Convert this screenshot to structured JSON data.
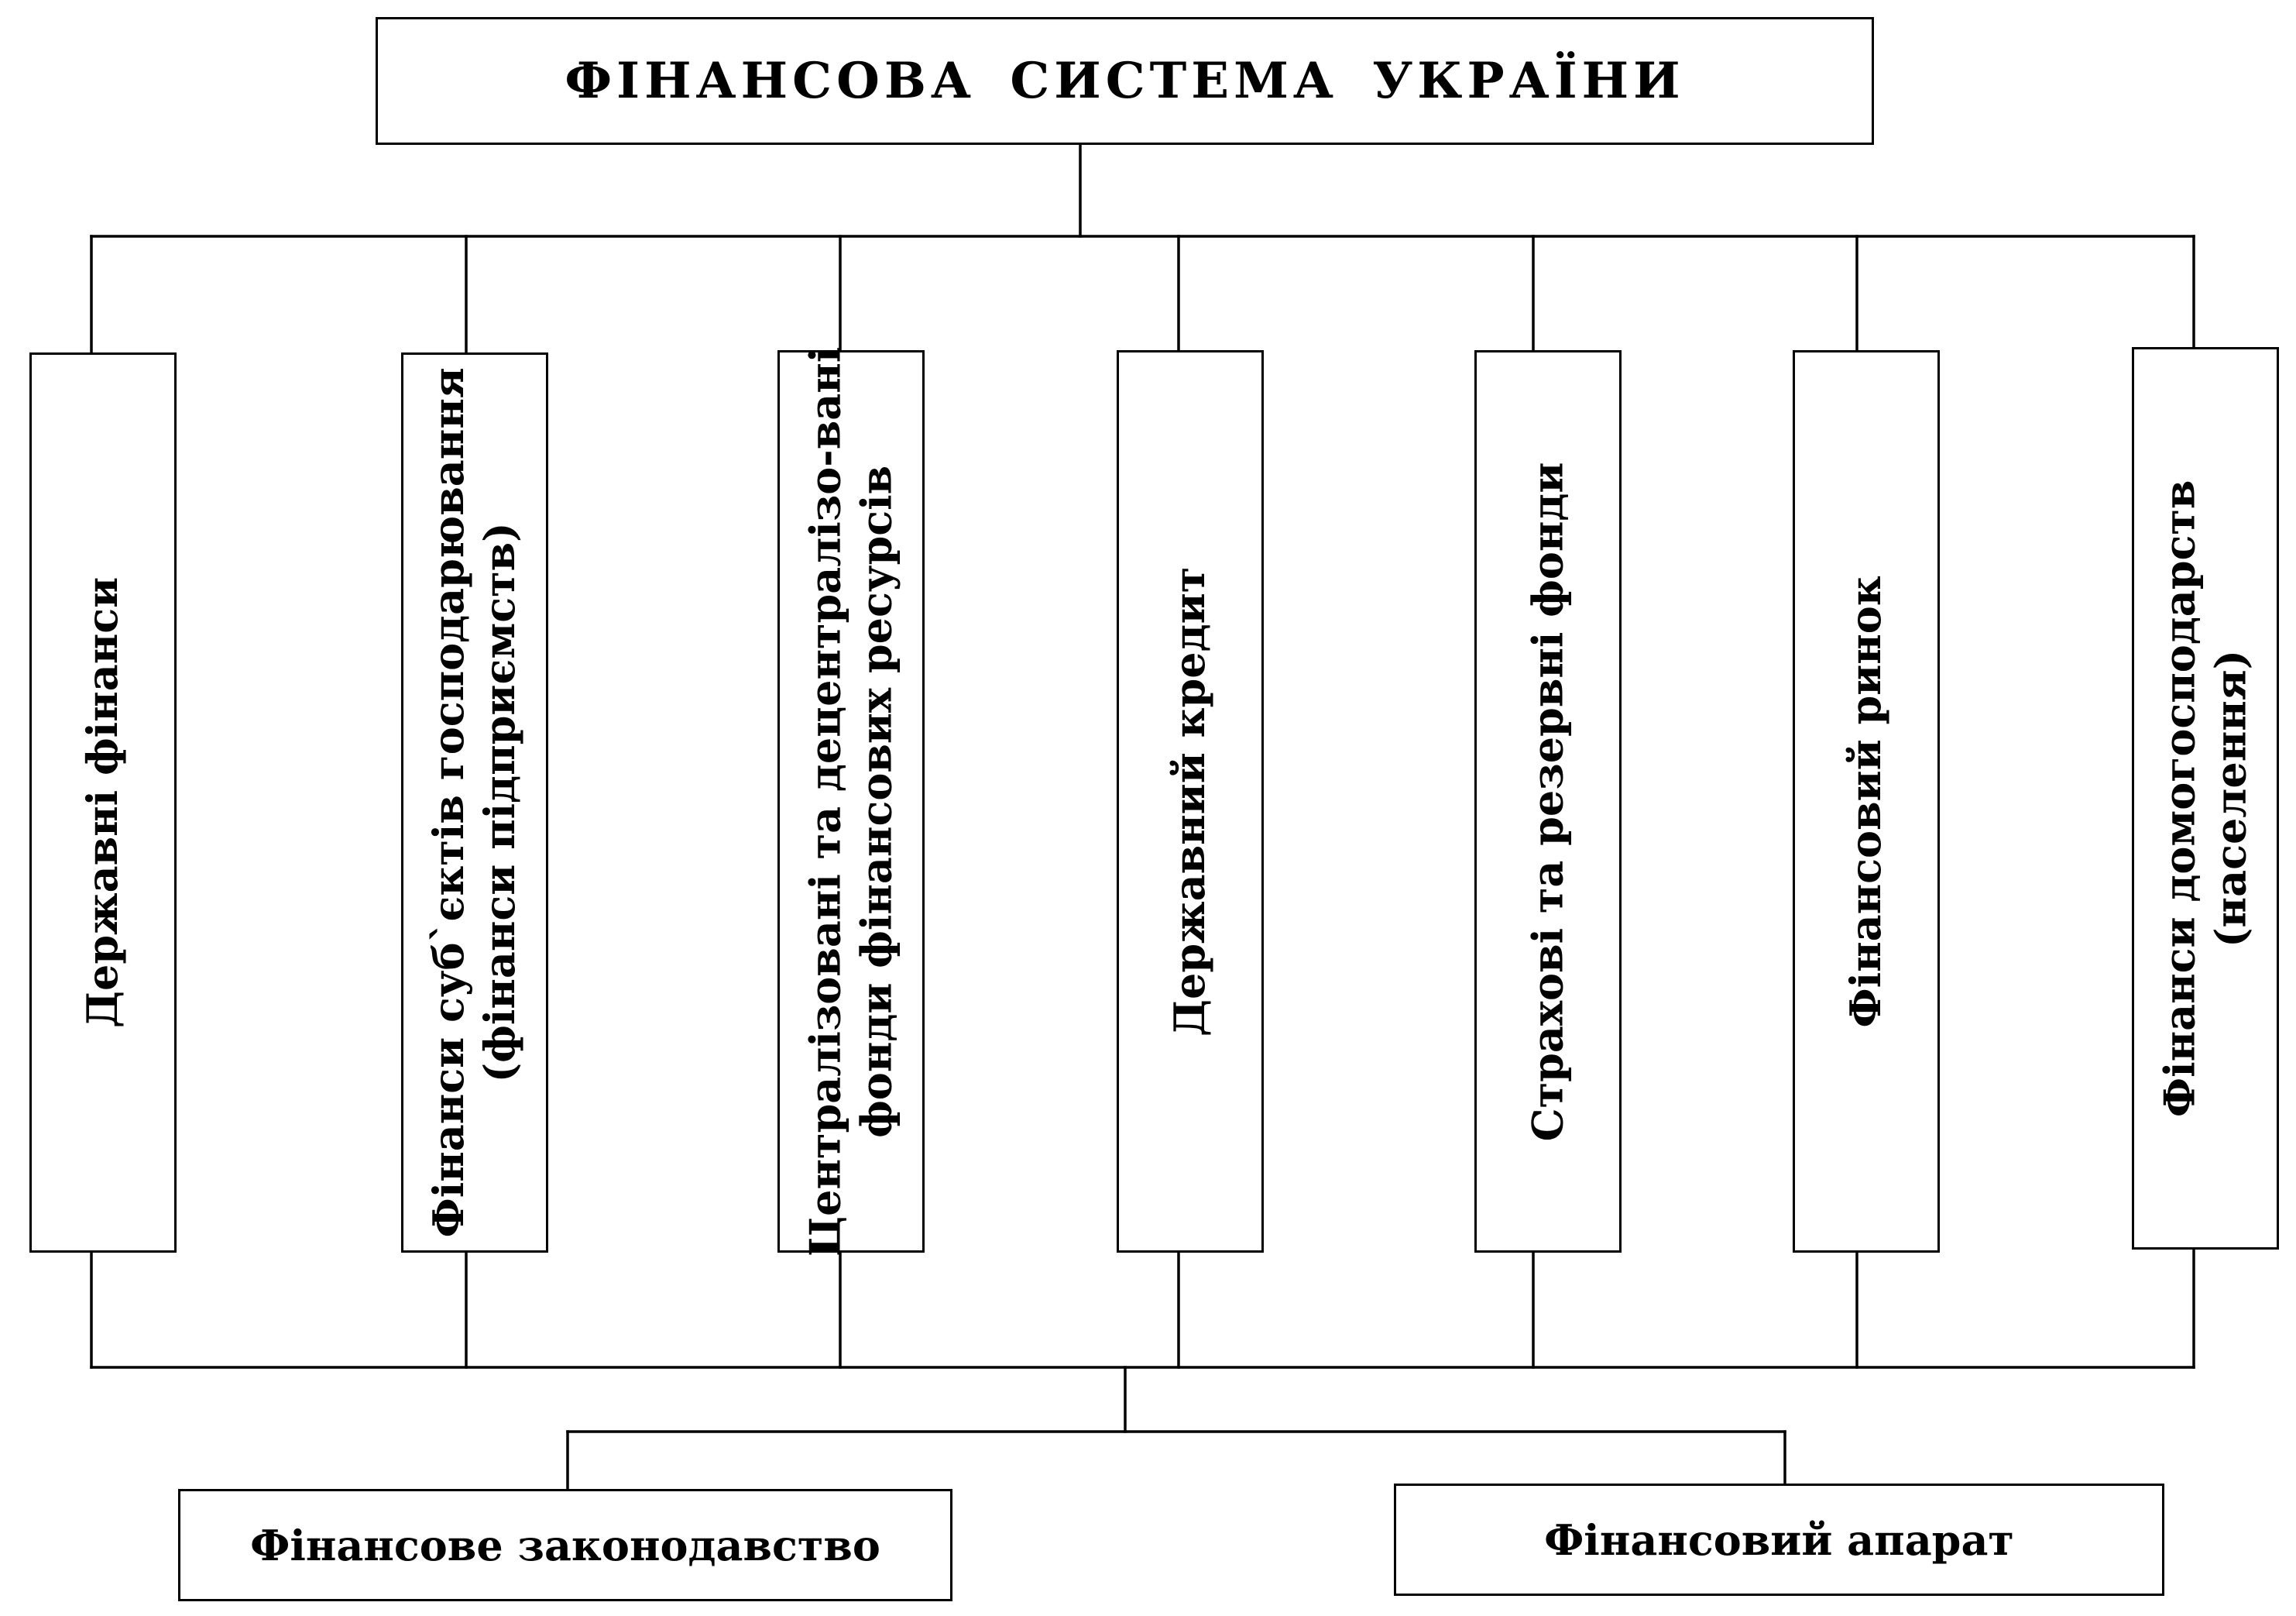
{
  "diagram": {
    "title": "ФІНАНСОВА СИСТЕМА УКРАЇНИ",
    "components": [
      {
        "lines": [
          "Державні фінанси"
        ]
      },
      {
        "lines": [
          "Фінанси суб`єктів господарювання",
          "(фінанси підприємств)"
        ]
      },
      {
        "lines": [
          "Централізовані та децентралізо-вані",
          "фонди фінансових ресурсів"
        ]
      },
      {
        "lines": [
          "Державний кредит"
        ]
      },
      {
        "lines": [
          "Страхові та резервні фонди"
        ]
      },
      {
        "lines": [
          "Фінансовий ринок"
        ]
      },
      {
        "lines": [
          "Фінанси домогосподарств",
          "(населення)"
        ]
      }
    ],
    "supports": [
      {
        "label": "Фінансове законодавство"
      },
      {
        "label": "Фінансовий апарат"
      }
    ]
  }
}
